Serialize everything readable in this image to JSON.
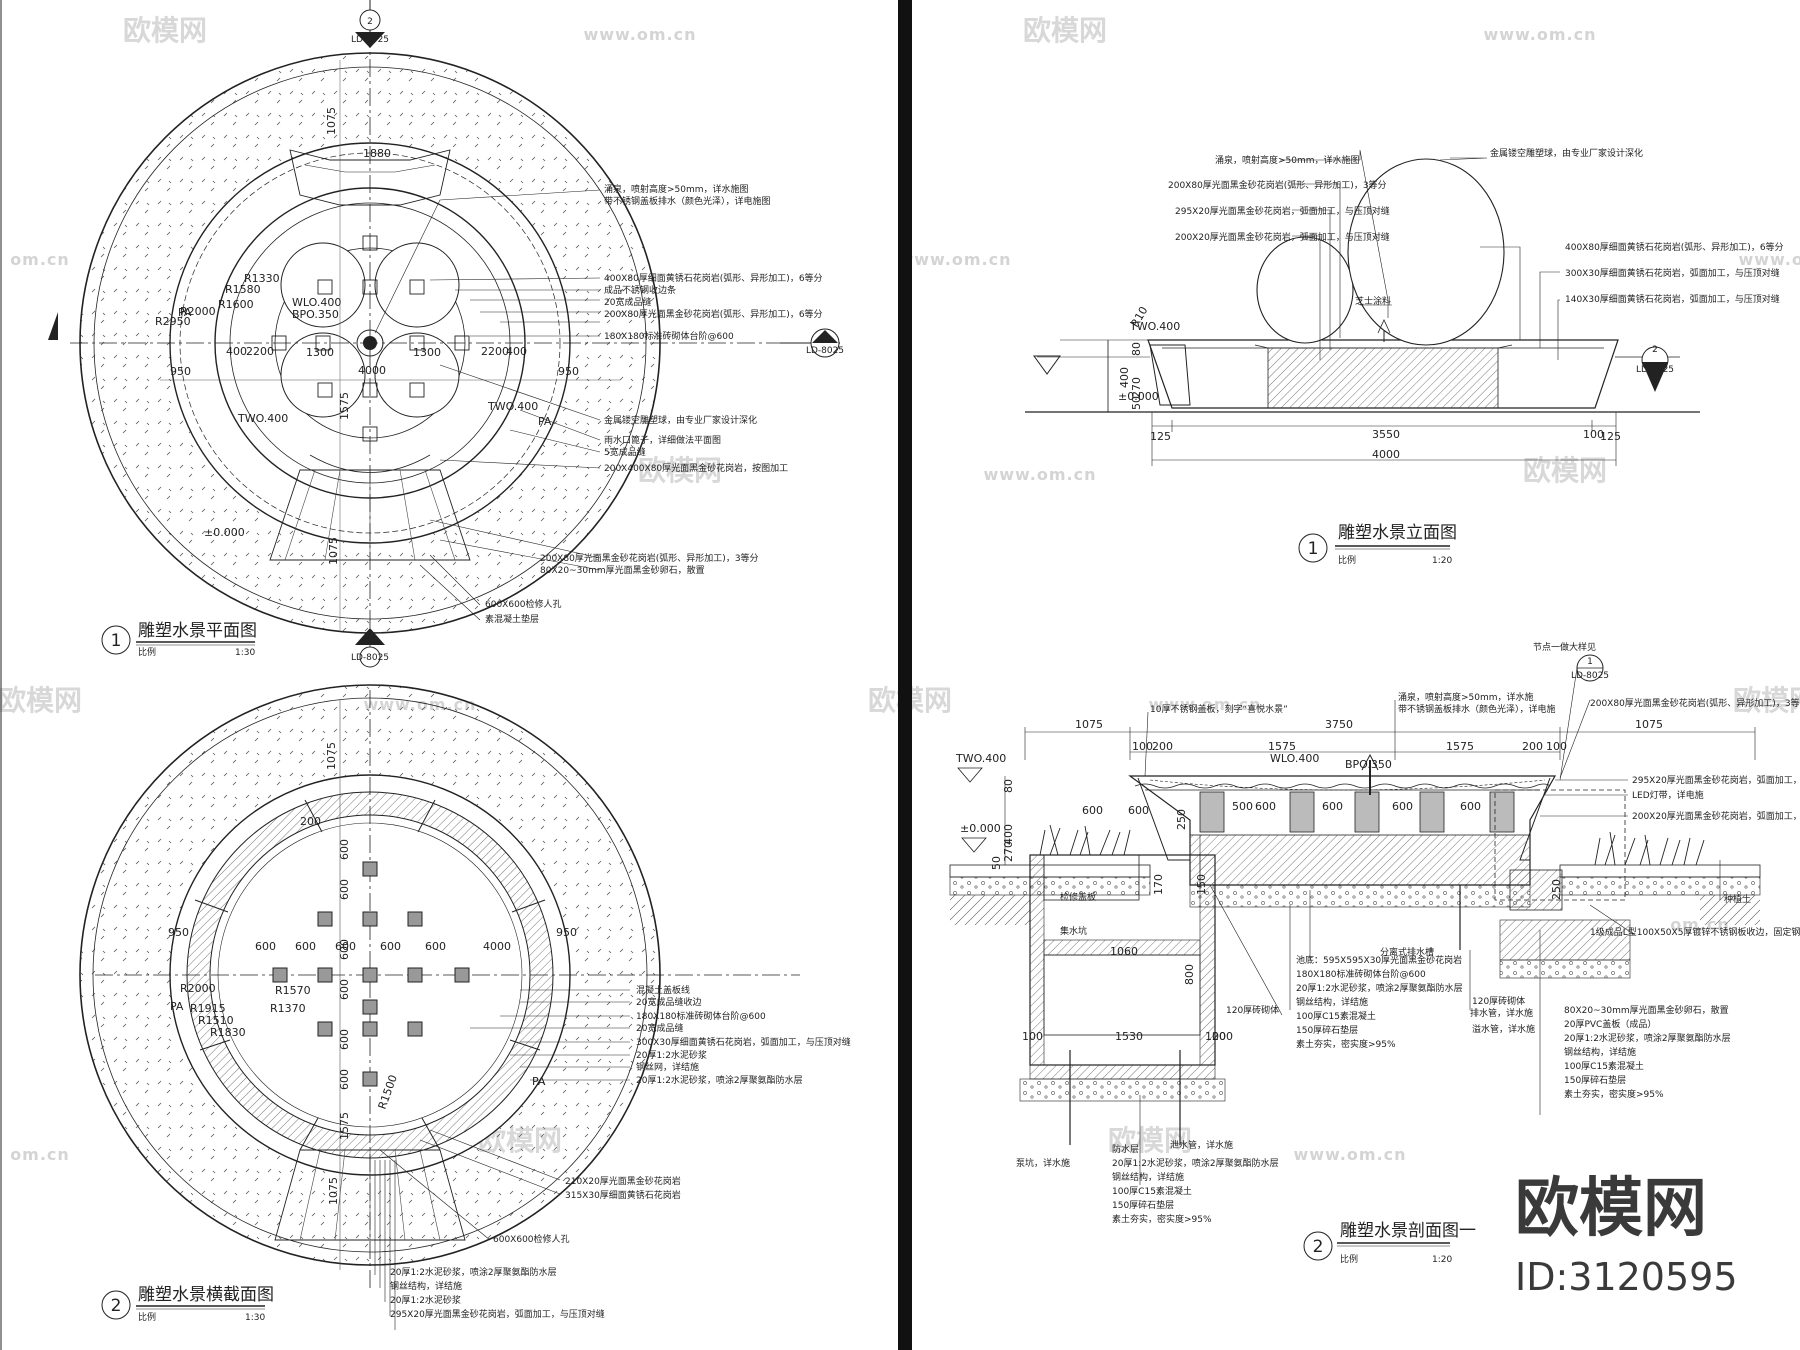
{
  "drawings": {
    "plan": {
      "number": "1",
      "title": "雕塑水景平面图",
      "scale_label": "比例",
      "scale": "1:30",
      "section_marks": {
        "north_num": "2",
        "north_ref": "LD-8025",
        "south_num": "2",
        "south_ref": "LD-8025",
        "east_num": "1",
        "east_ref": "LD-8025"
      },
      "dims": [
        "1075",
        "1880",
        "950",
        "400",
        "2200",
        "4000",
        "1300",
        "1300",
        "2200",
        "400",
        "950",
        "1575",
        "1075",
        "R2950",
        "R2000",
        "R1600",
        "R1580",
        "R1330"
      ],
      "levels": [
        "WLO.400",
        "BPO.350",
        "TWO.400",
        "TWO.400",
        "±0.000",
        "PA",
        "PA"
      ],
      "notes": [
        "涌泉，喷射高度>50mm，详水施图",
        "带不锈钢盖板排水（颜色光泽），详电施图",
        "400X80厚细面黄锈石花岗岩(弧形、异形加工)，6等分",
        "成品不锈钢收边条",
        "20宽成品缝",
        "200X80厚光面黑金砂花岗岩(弧形、异形加工)，6等分",
        "180X180标准砖砌体台阶@600",
        "金属镂空雕塑球，由专业厂家设计深化",
        "雨水口篦子，详细做法平面图",
        "5宽成品缝",
        "200X400X80厚光面黑金砂花岗岩，按图加工",
        "200X80厚光面黑金砂花岗岩(弧形、异形加工)，3等分",
        "80X20~30mm厚光面黑金砂卵石，散置",
        "600X600检修人孔",
        "素混凝土垫层"
      ]
    },
    "elevation": {
      "number": "1",
      "title": "雕塑水景立面图",
      "scale_label": "比例",
      "scale": "1:20",
      "section_mark": {
        "num": "2",
        "ref": "LD-8025"
      },
      "dims": [
        "400",
        "270",
        "80",
        "50",
        "125",
        "3550",
        "100",
        "125",
        "4000",
        "R10"
      ],
      "levels": [
        "TWO.400",
        "±0.000"
      ],
      "notes": [
        "涌泉，喷射高度>50mm，详水施图",
        "金属镂空雕塑球，由专业厂家设计深化",
        "200X80厚光面黑金砂花岗岩(弧形、异形加工)，3等分",
        "295X20厚光面黑金砂花岗岩，弧面加工，与压顶对缝",
        "200X20厚光面黑金砂花岗岩，弧面加工，与压顶对缝",
        "400X80厚细面黄锈石花岗岩(弧形、异形加工)，6等分",
        "300X30厚细面黄锈石花岗岩，弧面加工，与压顶对缝",
        "140X30厚细面黄锈石花岗岩，弧面加工，与压顶对缝",
        "芝士涂料"
      ]
    },
    "cross_section": {
      "number": "2",
      "title": "雕塑水景横截面图",
      "scale_label": "比例",
      "scale": "1:30",
      "dims": [
        "1075",
        "950",
        "950",
        "600",
        "600",
        "600",
        "600",
        "600",
        "600",
        "600",
        "600",
        "600",
        "600",
        "600",
        "R2000",
        "R1915",
        "R1570",
        "R1510",
        "R1830",
        "R1500",
        "R1370",
        "4000",
        "200",
        "1575",
        "1075"
      ],
      "levels": [
        "PA",
        "PA"
      ],
      "notes": [
        "混凝土盖板线",
        "20宽成品缝收边",
        "180X180标准砖砌体台阶@600",
        "20宽成品缝",
        "300X30厚细面黄锈石花岗岩，弧面加工，与压顶对缝",
        "20厚1:2水泥砂浆",
        "钢丝网，详结施",
        "20厚1:2水泥砂浆，喷涂2厚聚氨酯防水层",
        "210X20厚光面黑金砂花岗岩",
        "315X30厚细面黄锈石花岗岩",
        "600X600检修人孔",
        "20厚1:2水泥砂浆，喷涂2厚聚氨酯防水层",
        "钢丝结构，详结施",
        "20厚1:2水泥砂浆",
        "295X20厚光面黑金砂花岗岩，弧面加工，与压顶对缝"
      ]
    },
    "section": {
      "number": "2",
      "title": "雕塑水景剖面图一",
      "scale_label": "比例",
      "scale": "1:20",
      "callout": {
        "title": "节点一做大样见",
        "num": "1",
        "ref": "LD-8025"
      },
      "dims": [
        "1075",
        "3750",
        "1075",
        "100",
        "200",
        "1575",
        "1575",
        "200",
        "100",
        "600",
        "600",
        "600",
        "600",
        "600",
        "600",
        "500",
        "250",
        "150",
        "170",
        "250",
        "1060",
        "800",
        "100",
        "1530",
        "100",
        "200",
        "400",
        "270",
        "80",
        "50"
      ],
      "levels": [
        "TWO.400",
        "±0.000",
        "WLO.400",
        "BPO.350"
      ],
      "notes": [
        "10厚不锈钢盖板，刻字“喜悦水景”",
        "涌泉，喷射高度>50mm，详水施",
        "带不锈钢盖板排水（颜色光泽），详电施",
        "200X80厚光面黑金砂花岗岩(弧形、异形加工)，3等分",
        "295X20厚光面黑金砂花岗岩，弧面加工，与压顶对缝",
        "LED灯带，详电施",
        "200X20厚光面黑金砂花岗岩，弧面加工，与压顶对缝",
        "种植土",
        "1级成品L型100X50X5厚镀锌不锈钢板收边，固定钢筋",
        "分离式排水槽",
        "排水管，详水施",
        "池底：595X595X30厚光面黑金砂花岗岩",
        "180X180标准砖砌体台阶@600",
        "20厚1:2水泥砂浆，喷涂2厚聚氨酯防水层",
        "钢丝结构，详结施",
        "100厚C15素混凝土",
        "150厚碎石垫层",
        "素土夯实，密实度>95%",
        "120厚砖砌体",
        "120厚砖砌体",
        "溢水管，详水施",
        "80X20~30mm厚光面黑金砂卵石，散置",
        "20厚PVC盖板（成品）",
        "20厚1:2水泥砂浆，喷涂2厚聚氨酯防水层",
        "钢丝结构，详结施",
        "100厚C15素混凝土",
        "150厚碎石垫层",
        "素土夯实，密实度>95%",
        "泄水管，详水施",
        "防水层",
        "20厚1:2水泥砂浆，喷涂2厚聚氨酯防水层",
        "钢丝结构，详结施",
        "100厚C15素混凝土",
        "150厚碎石垫层",
        "素土夯实，密实度>95%",
        "泵坑，详水施",
        "检修盖板",
        "集水坑"
      ]
    }
  },
  "watermarks": {
    "brand": "欧模网",
    "url": "www.om.cn",
    "url_short": "om.cn"
  },
  "brand_stamp": {
    "name": "欧模网",
    "id": "ID:3120595"
  },
  "colors": {
    "line": "#222222",
    "hatch": "#666666",
    "watermark": "#d8d8d8",
    "background": "#ffffff"
  }
}
